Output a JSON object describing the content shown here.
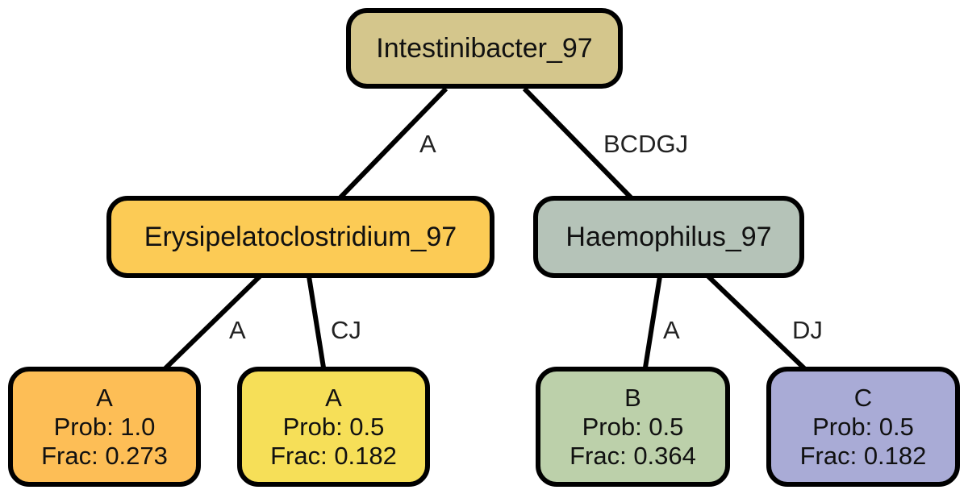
{
  "colors": {
    "root": "#d4c68c",
    "erysipelato": "#fccb55",
    "haemophilus": "#b5c3b8",
    "leaf1": "#fdbe56",
    "leaf2": "#f6df58",
    "leaf3": "#bcd0aa",
    "leaf4": "#a9abd6"
  },
  "nodes": {
    "root": {
      "label": "Intestinibacter_97"
    },
    "erysipelato": {
      "label": "Erysipelatoclostridium_97"
    },
    "haemophilus": {
      "label": "Haemophilus_97"
    },
    "leaf1": {
      "label": "A",
      "prob": "Prob: 1.0",
      "frac": "Frac: 0.273"
    },
    "leaf2": {
      "label": "A",
      "prob": "Prob: 0.5",
      "frac": "Frac: 0.182"
    },
    "leaf3": {
      "label": "B",
      "prob": "Prob: 0.5",
      "frac": "Frac: 0.364"
    },
    "leaf4": {
      "label": "C",
      "prob": "Prob: 0.5",
      "frac": "Frac: 0.182"
    }
  },
  "edges": {
    "root_erysipelato": "A",
    "root_haemophilus": "BCDGJ",
    "erysipelato_leaf1": "A",
    "erysipelato_leaf2": "CJ",
    "haemophilus_leaf3": "A",
    "haemophilus_leaf4": "DJ"
  }
}
